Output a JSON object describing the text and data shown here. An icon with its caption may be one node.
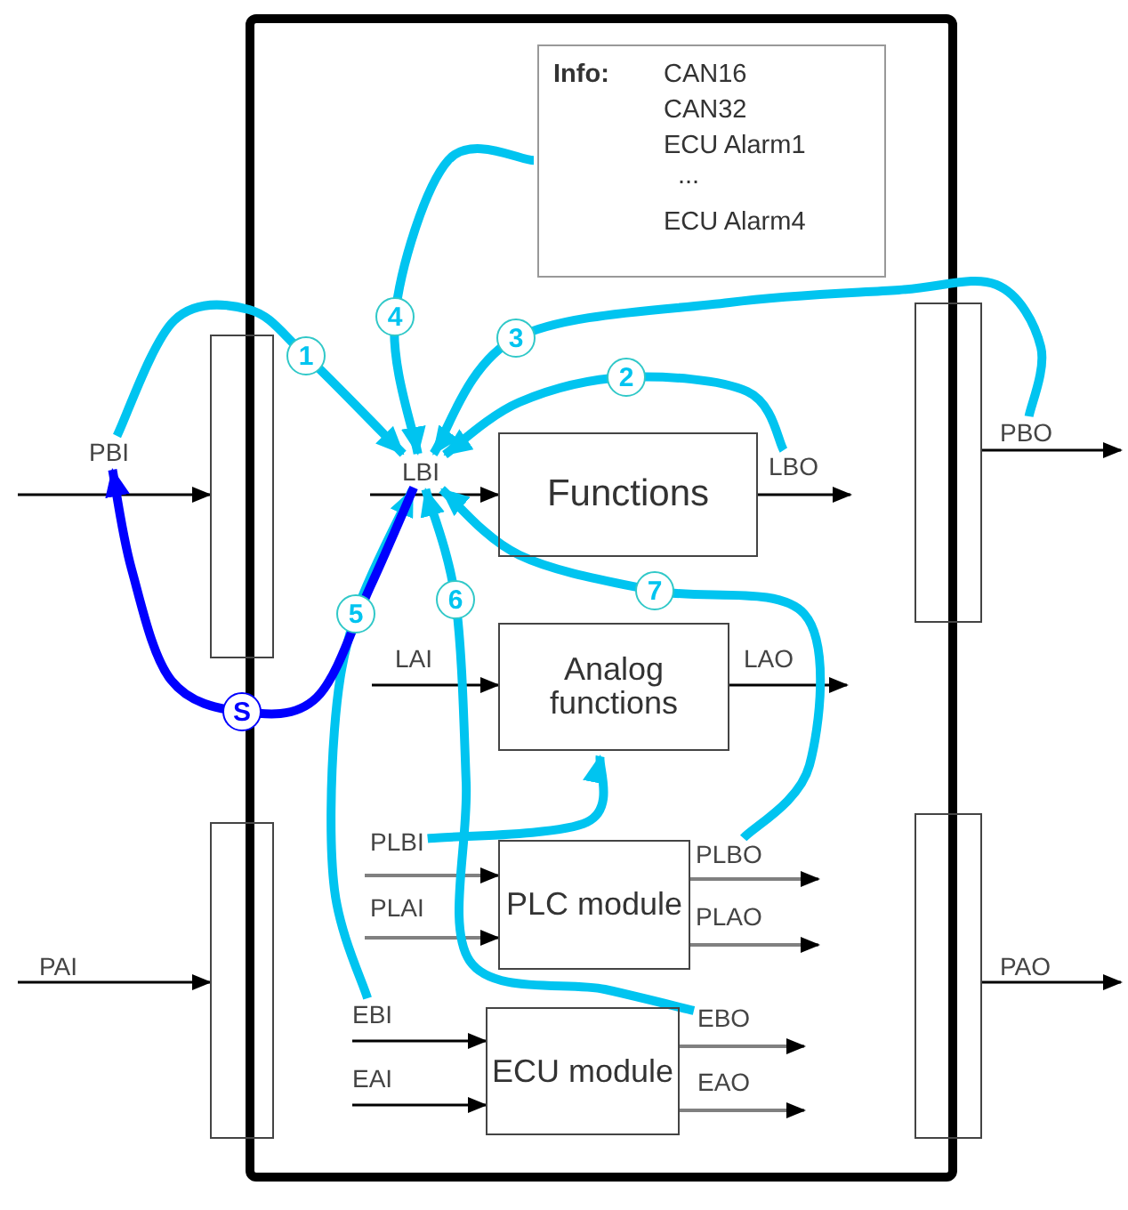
{
  "diagram": {
    "nodes": [
      {
        "text": [],
        "shape": "box"
      },
      {
        "text": [
          "Info:",
          "CAN16",
          "CAN32",
          "ECU Alarm1",
          "...",
          "ECU Alarm4"
        ],
        "in": 0
      },
      {
        "text": [
          "Functions"
        ],
        "in": 0
      },
      {
        "text": [
          "Analog functions"
        ],
        "in": 0
      },
      {
        "text": [
          "PLC module"
        ],
        "in": 0
      },
      {
        "text": [
          "ECU module"
        ],
        "in": 0
      },
      {
        "text": [],
        "shape": "bar"
      },
      {
        "text": [],
        "shape": "bar"
      },
      {
        "text": [],
        "shape": "bar"
      },
      {
        "text": [],
        "shape": "bar"
      },
      {
        "text": [
          "PBI"
        ]
      },
      {
        "text": [
          "LBI"
        ],
        "in": 0
      },
      {
        "text": [
          "LBO"
        ],
        "in": 0
      },
      {
        "text": [
          "PBO"
        ]
      },
      {
        "text": [
          "LAI"
        ],
        "in": 0
      },
      {
        "text": [
          "LAO"
        ],
        "in": 0
      },
      {
        "text": [
          "PLBI"
        ],
        "in": 0
      },
      {
        "text": [
          "PLAI"
        ],
        "in": 0
      },
      {
        "text": [
          "PLBO"
        ],
        "in": 0
      },
      {
        "text": [
          "PLAO"
        ],
        "in": 0
      },
      {
        "text": [
          "EBI"
        ],
        "in": 0
      },
      {
        "text": [
          "EAI"
        ],
        "in": 0
      },
      {
        "text": [
          "EBO"
        ],
        "in": 0
      },
      {
        "text": [
          "EAO"
        ],
        "in": 0
      },
      {
        "text": [
          "PAI"
        ]
      },
      {
        "text": [
          "PAO"
        ]
      }
    ],
    "edges": [
      {
        "from": null,
        "to": 6,
        "arrow": "to"
      },
      {
        "from": 11,
        "to": 2,
        "arrow": "to"
      },
      {
        "from": 2,
        "to": 12,
        "arrow": "to"
      },
      {
        "from": 8,
        "to": 13,
        "arrow": "to"
      },
      {
        "from": 14,
        "to": 3,
        "arrow": "to"
      },
      {
        "from": 3,
        "to": 15,
        "arrow": "to"
      },
      {
        "from": 16,
        "to": 4,
        "arrow": "to",
        "color": "#808080"
      },
      {
        "from": 17,
        "to": 4,
        "arrow": "to",
        "color": "#808080"
      },
      {
        "from": 4,
        "to": 18,
        "arrow": "to",
        "color": "#808080"
      },
      {
        "from": 4,
        "to": 19,
        "arrow": "to",
        "color": "#808080"
      },
      {
        "from": 20,
        "to": 5,
        "arrow": "to"
      },
      {
        "from": 21,
        "to": 5,
        "arrow": "to"
      },
      {
        "from": 5,
        "to": 22,
        "arrow": "to",
        "color": "#808080"
      },
      {
        "from": 5,
        "to": 23,
        "arrow": "to",
        "color": "#808080"
      },
      {
        "from": 24,
        "to": 7,
        "arrow": "to"
      },
      {
        "from": 9,
        "to": 25,
        "arrow": "to"
      },
      {
        "from": 10,
        "to": 11,
        "arrow": "to",
        "label": "1",
        "style": "thick",
        "color": "#00c4f0"
      },
      {
        "from": 12,
        "to": 11,
        "arrow": "to",
        "label": "2",
        "style": "thick",
        "color": "#00c4f0"
      },
      {
        "from": 13,
        "to": 11,
        "arrow": "to",
        "label": "3",
        "style": "thick",
        "color": "#00c4f0"
      },
      {
        "from": 1,
        "to": 11,
        "arrow": "to",
        "label": "4",
        "style": "thick",
        "color": "#00c4f0"
      },
      {
        "from": 20,
        "to": 11,
        "arrow": "to",
        "label": "5",
        "style": "thick",
        "color": "#00c4f0"
      },
      {
        "from": 22,
        "to": 11,
        "arrow": "to",
        "label": "6",
        "style": "thick",
        "color": "#00c4f0"
      },
      {
        "from": 18,
        "to": 11,
        "arrow": "to",
        "label": "7",
        "style": "thick",
        "color": "#00c4f0"
      },
      {
        "from": 16,
        "to": 3,
        "arrow": "to",
        "style": "thick",
        "color": "#00c4f0"
      },
      {
        "from": 11,
        "to": 10,
        "arrow": "to",
        "label": "S",
        "style": "thick",
        "color": "#0000ff"
      }
    ]
  }
}
